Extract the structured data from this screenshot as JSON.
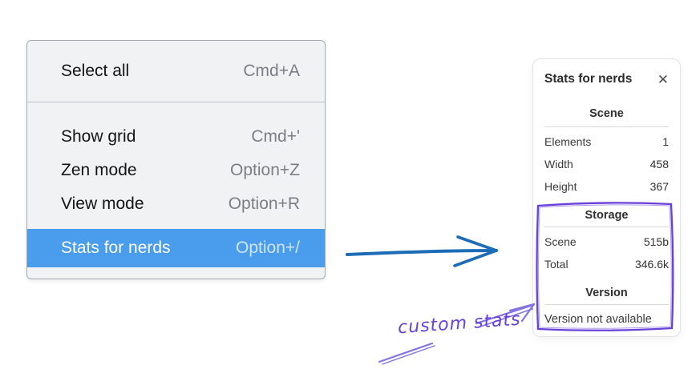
{
  "menu": {
    "items": [
      {
        "label": "Select all",
        "shortcut": "Cmd+A"
      },
      {
        "label": "Show grid",
        "shortcut": "Cmd+'"
      },
      {
        "label": "Zen mode",
        "shortcut": "Option+Z"
      },
      {
        "label": "View mode",
        "shortcut": "Option+R"
      },
      {
        "label": "Stats for nerds",
        "shortcut": "Option+/",
        "selected": true
      }
    ]
  },
  "stats_panel": {
    "title": "Stats for nerds",
    "close_icon": "✕",
    "sections": [
      {
        "heading": "Scene",
        "rows": [
          {
            "label": "Elements",
            "value": "1"
          },
          {
            "label": "Width",
            "value": "458"
          },
          {
            "label": "Height",
            "value": "367"
          }
        ]
      },
      {
        "heading": "Storage",
        "rows": [
          {
            "label": "Scene",
            "value": "515b"
          },
          {
            "label": "Total",
            "value": "346.6k"
          }
        ]
      },
      {
        "heading": "Version",
        "note": "Version not available"
      }
    ]
  },
  "annotation": {
    "label": "custom stats"
  },
  "colors": {
    "menu_highlight": "#4a9ded",
    "arrow_blue": "#1c6cb8",
    "purple": "#6741d9",
    "purple_light": "#8474e0"
  }
}
